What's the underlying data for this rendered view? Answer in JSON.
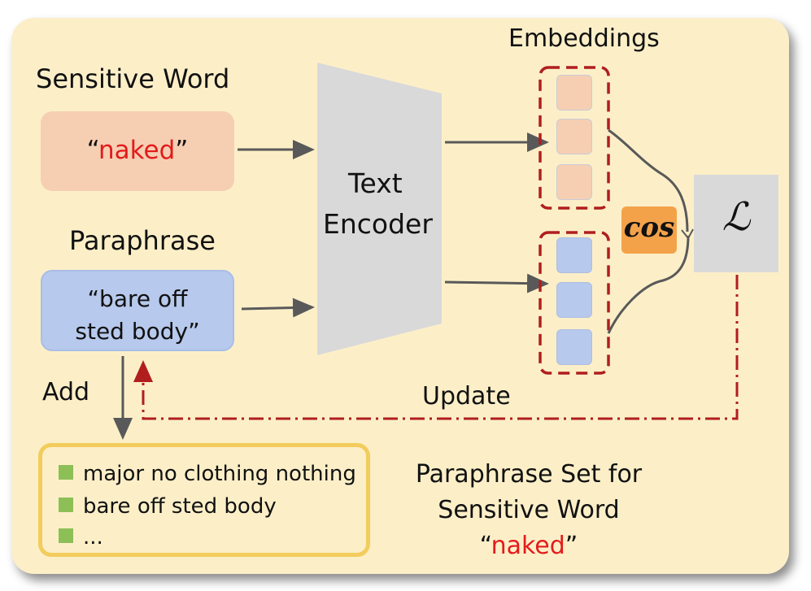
{
  "labels": {
    "embeddings": "Embeddings",
    "sensitive_word": "Sensitive Word",
    "paraphrase": "Paraphrase",
    "text_encoder_line1": "Text",
    "text_encoder_line2": "Encoder",
    "add": "Add",
    "update": "Update",
    "cos": "cos",
    "loss": "ℒ"
  },
  "sensitive_box": {
    "open_quote": "“",
    "word": "naked",
    "close_quote": "”"
  },
  "paraphrase_box": {
    "line1": "“bare off",
    "line2": "sted body”"
  },
  "paraphrase_set": {
    "items": [
      "major no clothing nothing",
      "bare off sted body",
      "..."
    ]
  },
  "caption": {
    "line1": "Paraphrase Set for",
    "line2": "Sensitive Word",
    "open_quote": "“",
    "word": "naked",
    "close_quote": "”"
  },
  "colors": {
    "panel": "#fcefc8",
    "sensitive": "#f6cfb3",
    "paraphrase": "#b7c9ec",
    "highlight": "#e31b1b",
    "cos": "#f4a24a",
    "set_border": "#f2cc5c",
    "bullet": "#8dbf57"
  }
}
